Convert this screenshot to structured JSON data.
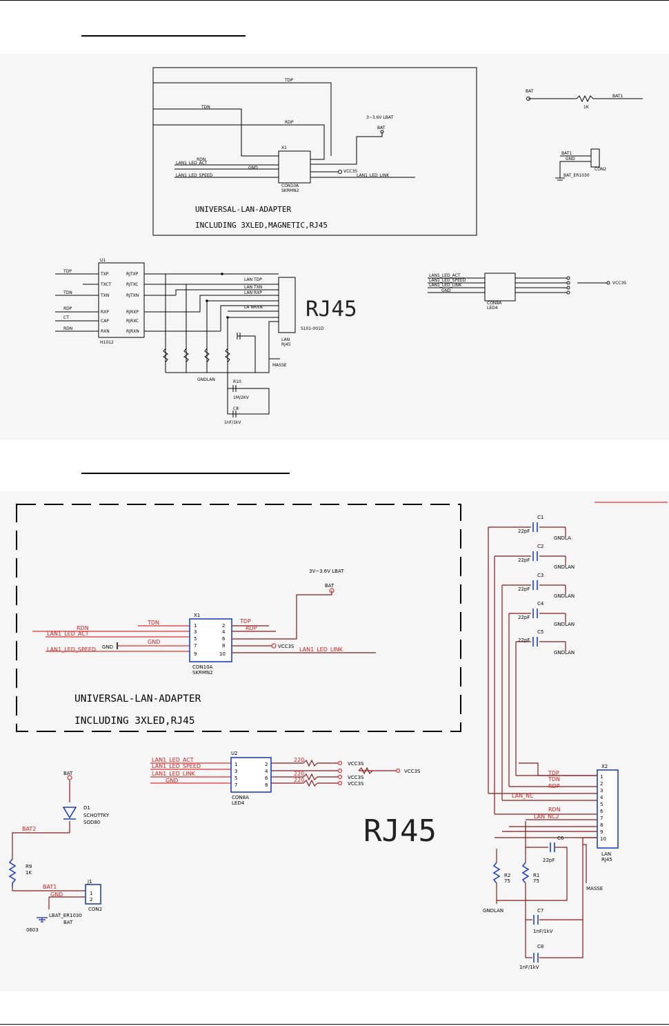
{
  "top": {
    "adapter_title": "UNIVERSAL-LAN-ADAPTER",
    "adapter_subtitle": "INCLUDING 3XLED,MAGNETIC,RJ45",
    "rj45_label": "RJ45",
    "supply_note": "3~3.6V LBAT",
    "x1_ref": "X1",
    "x1_value": "CON10A",
    "x1_footprint": "SKRMN2",
    "bat_label": "BAT",
    "bat1_label": "BAT1",
    "r_value": "1K",
    "net_tdp": "TDP",
    "net_tdn": "TDN",
    "net_rdp": "RDP",
    "net_rdn": "RDN",
    "net_ct": "CT",
    "net_led_act": "LAN1_LED_ACT",
    "net_led_speed": "LAN1_LED_SPEED",
    "net_led_link": "LAN1_LED_LINK",
    "net_gnd": "GND",
    "vcc": "VCC3S",
    "u1_ref": "U1",
    "u1_value": "H1012",
    "u2_value": "CON8A",
    "u2_footprint": "LED4",
    "x2_value": "LAN",
    "x2_footprint": "RJ45",
    "x2_part": "S101-001D",
    "gndlan": "GNDLAN",
    "chassis": "MASSE",
    "cap_value": "1nF/1kV",
    "r10_value": "1M/2KV",
    "c_label": "C8",
    "r10_label": "R10",
    "con2": "CON2",
    "bat_part": "BAT_ER1030",
    "lan_tdp": "LAN TDP",
    "lan_tdn": "LAN TXN",
    "lan_rdp": "LAN RXP",
    "lan_rdn": "LA NRXN",
    "u1_pins_left": [
      "TXP",
      "TXCT",
      "TXN",
      "RXP",
      "CAP",
      "RXN"
    ],
    "u1_pins_right": [
      "RJTXP",
      "RJTXC",
      "RJTXN",
      "RJRXP",
      "RJRXC",
      "RJRXN"
    ]
  },
  "bottom": {
    "adapter_title": "UNIVERSAL-LAN-ADAPTER",
    "adapter_subtitle": "INCLUDING 3XLED,RJ45",
    "rj45_label": "RJ45",
    "supply_note": "3V~3.6V LBAT",
    "x1_ref": "X1",
    "x1_value": "CON10A",
    "x1_footprint": "SKRMN2",
    "x1_pins_left": [
      "1",
      "3",
      "5",
      "7",
      "9"
    ],
    "x1_pins_right": [
      "2",
      "4",
      "6",
      "8",
      "10"
    ],
    "bat_label": "BAT",
    "net_rdn": "RDN",
    "net_tdn": "TDN",
    "net_tdp": "TDP",
    "net_rdp": "RDP",
    "net_gnd": "GND",
    "net_led_act": "LAN1_LED_ACT",
    "net_led_speed": "LAN1_LED_SPEED",
    "net_led_link": "LAN1_LED_LINK",
    "vcc": "VCC3S",
    "u2_ref": "U2",
    "u2_value": "CON8A",
    "u2_footprint": "LED4",
    "u2_pins_left": [
      "1",
      "3",
      "5",
      "7"
    ],
    "u2_pins_right": [
      "2",
      "4",
      "6",
      "8"
    ],
    "r_led_value": "220",
    "d1_ref": "D1",
    "d1_value": "SCHOTTKY",
    "d1_package": "SOD80",
    "bat2": "BAT2",
    "r9_ref": "R9",
    "r9_value": "1K",
    "bat1": "BAT1",
    "gnd": "GND",
    "j1_ref": "J1",
    "j1_value": "CON2",
    "lbat_label": "LBAT_ER1030",
    "lbat_value": "BAT",
    "size_0603": "0603",
    "caps": [
      {
        "ref": "C1",
        "value": "22pF",
        "gnd": "GNDLA"
      },
      {
        "ref": "C2",
        "value": "22pF",
        "gnd": "GNDLAN"
      },
      {
        "ref": "C3",
        "value": "22pF",
        "gnd": "GNDLAN"
      },
      {
        "ref": "C4",
        "value": "22pF",
        "gnd": "GNDLAN"
      },
      {
        "ref": "C5",
        "value": "22pF",
        "gnd": "GNDLAN"
      }
    ],
    "x2_ref": "X2",
    "x2_value": "LAN",
    "x2_footprint": "RJ45",
    "x2_pins": [
      "1",
      "2",
      "3",
      "4",
      "5",
      "6",
      "7",
      "8",
      "9",
      "10"
    ],
    "lan_nc": "LAN_NC",
    "lan_nc2": "LAN_NC2",
    "r2_ref": "R2",
    "r2_value": "75",
    "r1_ref": "R1",
    "r1_value": "75",
    "c6_ref": "C6",
    "c6_value": "22pF",
    "c7_ref": "C7",
    "c7_value": "1nF/1kV",
    "c8_ref": "C8",
    "c8_value": "1nF/1kV",
    "gndlan": "GNDLAN",
    "masse": "MASSE"
  }
}
